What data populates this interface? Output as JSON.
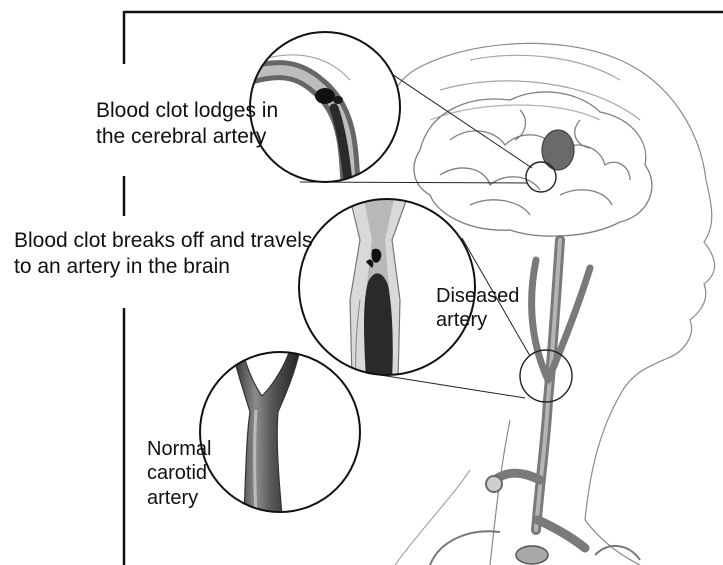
{
  "labels": {
    "clot_lodges": {
      "line1": "Blood clot lodges in",
      "line2": "the cerebral artery"
    },
    "clot_breaks": {
      "line1": "Blood clot breaks off and travels",
      "line2": "to an artery in the brain"
    },
    "diseased": {
      "line1": "Diseased",
      "line2": "artery"
    },
    "normal": {
      "line1": "Normal",
      "line2": "carotid",
      "line3": "artery"
    }
  },
  "colors": {
    "frame": "#111111",
    "sketch": "#8a8a8a",
    "artery": "#6f6f6f",
    "clot": "#1e1e1e",
    "background": "#ffffff"
  }
}
